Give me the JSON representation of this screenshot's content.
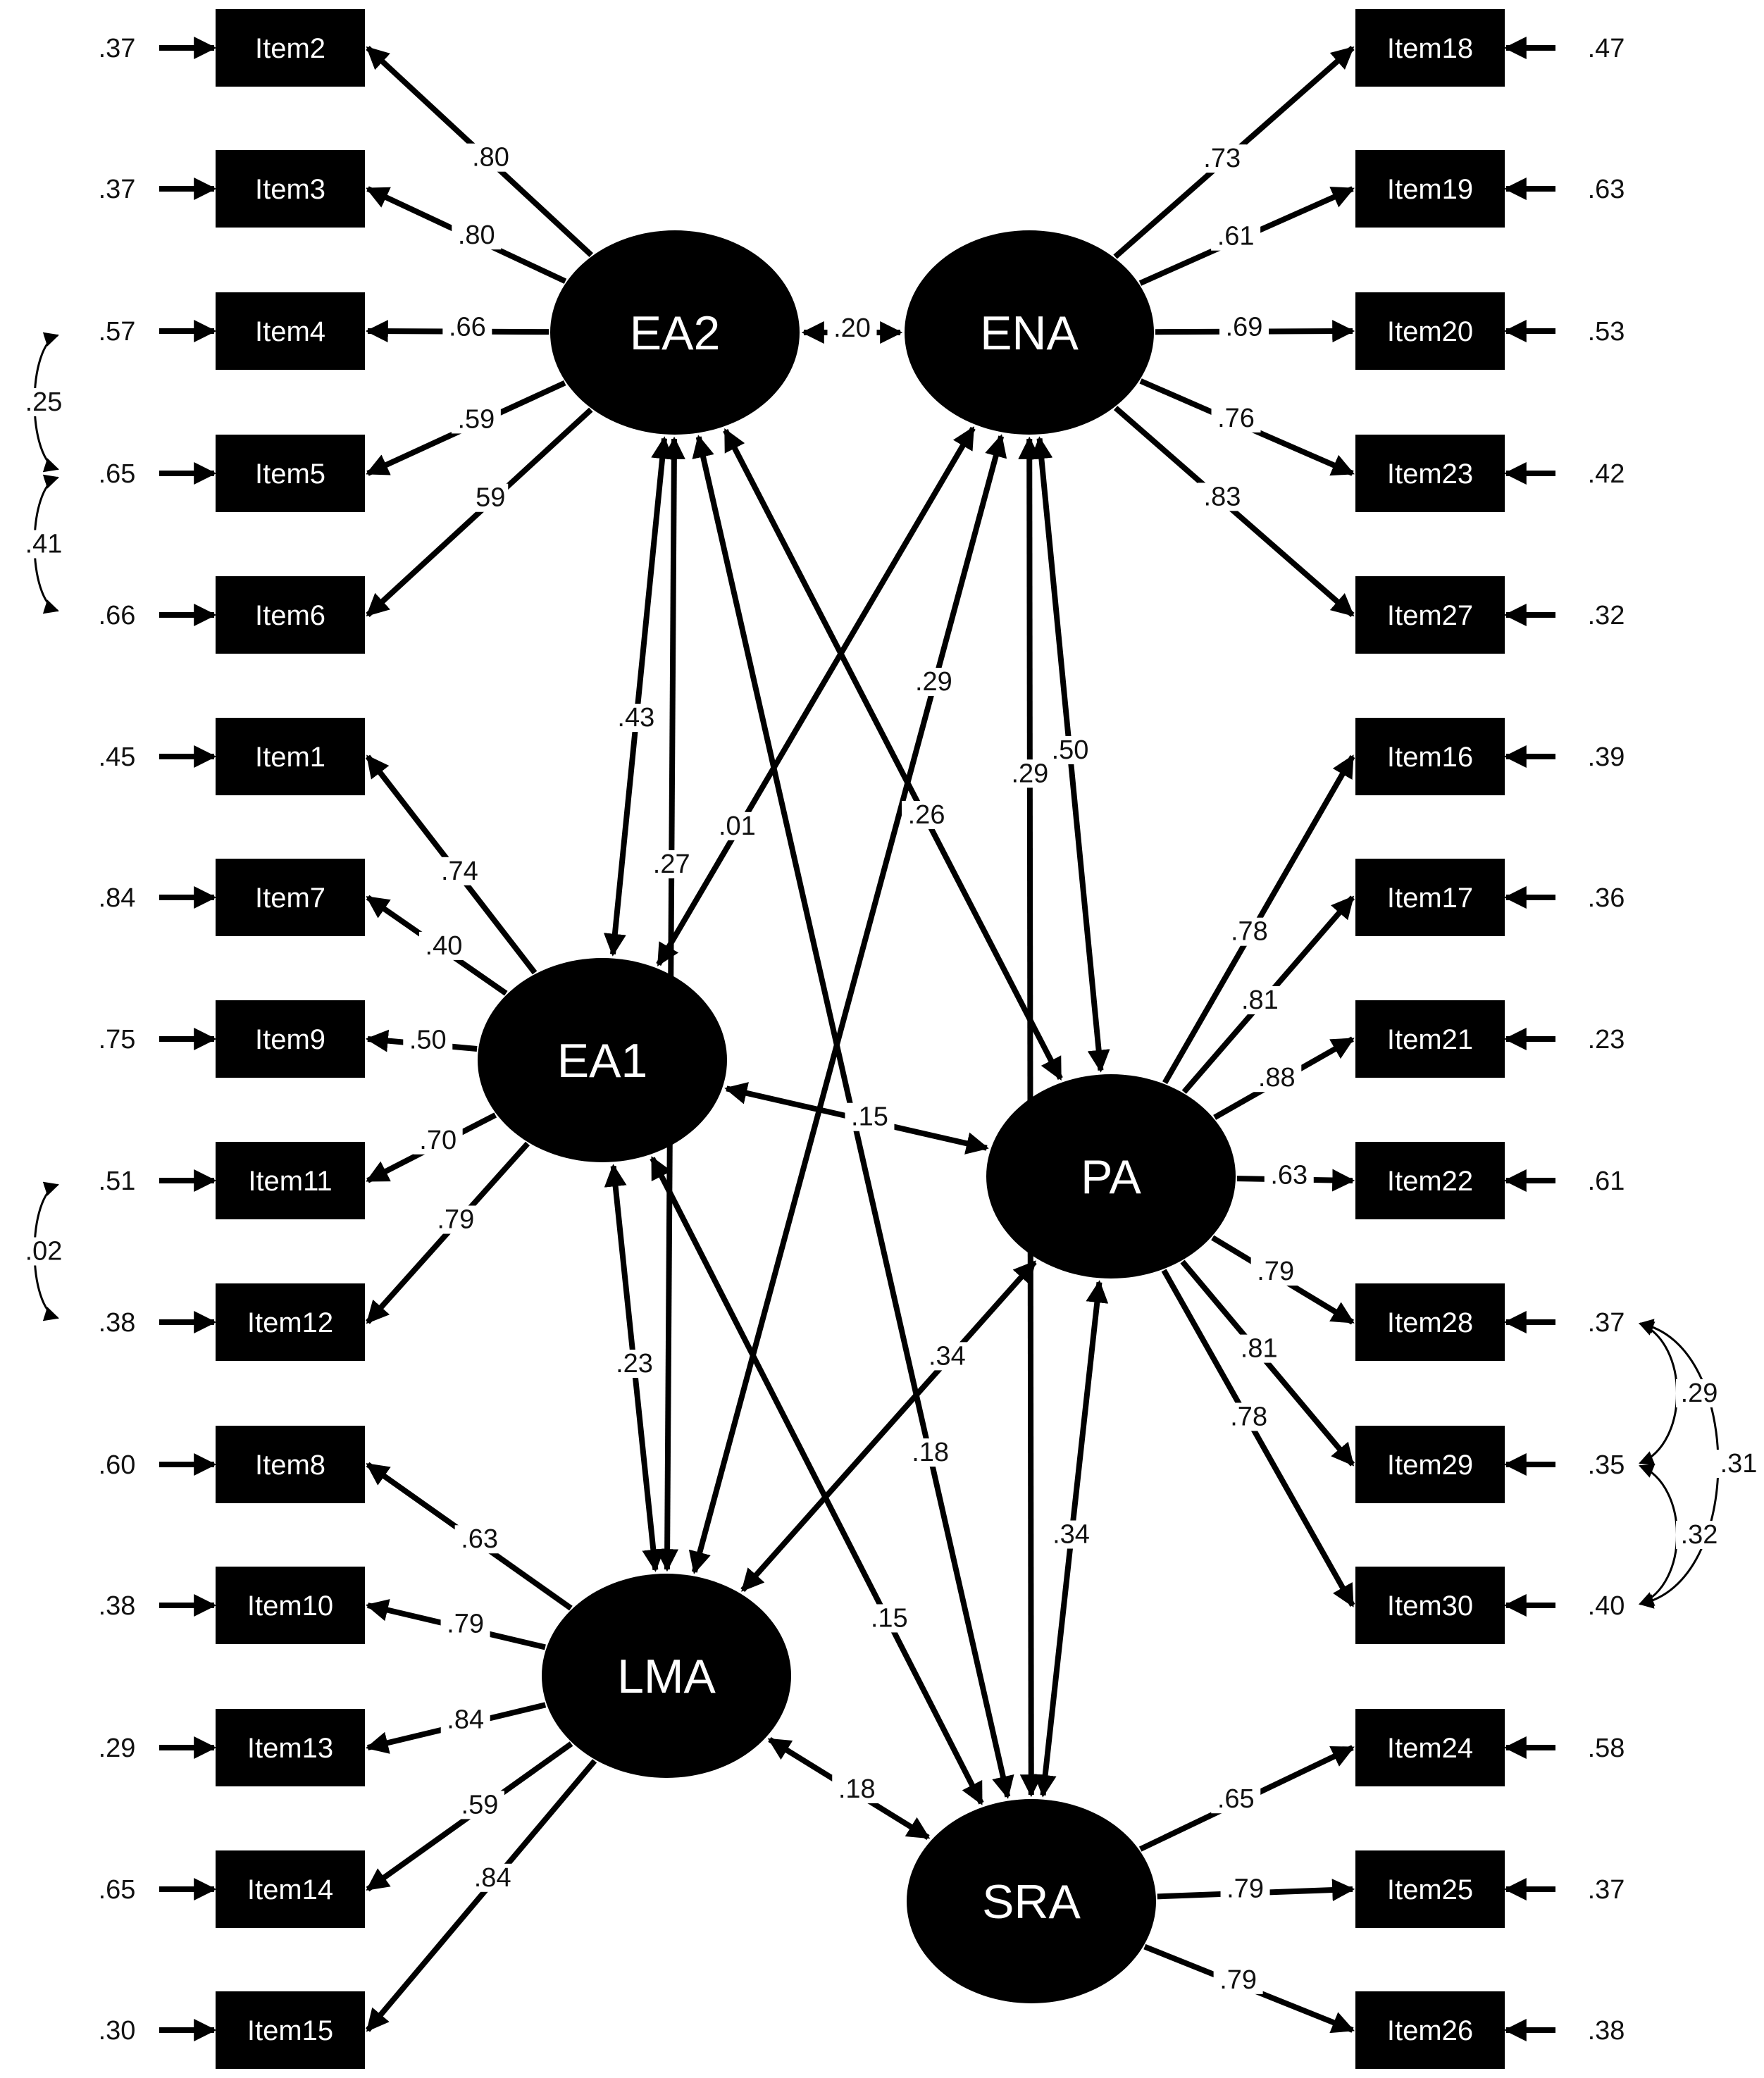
{
  "latents": [
    {
      "id": "EA2",
      "label": "EA2"
    },
    {
      "id": "ENA",
      "label": "ENA"
    },
    {
      "id": "EA1",
      "label": "EA1"
    },
    {
      "id": "PA",
      "label": "PA"
    },
    {
      "id": "LMA",
      "label": "LMA"
    },
    {
      "id": "SRA",
      "label": "SRA"
    }
  ],
  "items": [
    {
      "id": "Item2",
      "label": "Item2",
      "error": ".37"
    },
    {
      "id": "Item3",
      "label": "Item3",
      "error": ".37"
    },
    {
      "id": "Item4",
      "label": "Item4",
      "error": ".57"
    },
    {
      "id": "Item5",
      "label": "Item5",
      "error": ".65"
    },
    {
      "id": "Item6",
      "label": "Item6",
      "error": ".66"
    },
    {
      "id": "Item1",
      "label": "Item1",
      "error": ".45"
    },
    {
      "id": "Item7",
      "label": "Item7",
      "error": ".84"
    },
    {
      "id": "Item9",
      "label": "Item9",
      "error": ".75"
    },
    {
      "id": "Item11",
      "label": "Item11",
      "error": ".51"
    },
    {
      "id": "Item12",
      "label": "Item12",
      "error": ".38"
    },
    {
      "id": "Item8",
      "label": "Item8",
      "error": ".60"
    },
    {
      "id": "Item10",
      "label": "Item10",
      "error": ".38"
    },
    {
      "id": "Item13",
      "label": "Item13",
      "error": ".29"
    },
    {
      "id": "Item14",
      "label": "Item14",
      "error": ".65"
    },
    {
      "id": "Item15",
      "label": "Item15",
      "error": ".30"
    },
    {
      "id": "Item18",
      "label": "Item18",
      "error": ".47"
    },
    {
      "id": "Item19",
      "label": "Item19",
      "error": ".63"
    },
    {
      "id": "Item20",
      "label": "Item20",
      "error": ".53"
    },
    {
      "id": "Item23",
      "label": "Item23",
      "error": ".42"
    },
    {
      "id": "Item27",
      "label": "Item27",
      "error": ".32"
    },
    {
      "id": "Item16",
      "label": "Item16",
      "error": ".39"
    },
    {
      "id": "Item17",
      "label": "Item17",
      "error": ".36"
    },
    {
      "id": "Item21",
      "label": "Item21",
      "error": ".23"
    },
    {
      "id": "Item22",
      "label": "Item22",
      "error": ".61"
    },
    {
      "id": "Item28",
      "label": "Item28",
      "error": ".37"
    },
    {
      "id": "Item29",
      "label": "Item29",
      "error": ".35"
    },
    {
      "id": "Item30",
      "label": "Item30",
      "error": ".40"
    },
    {
      "id": "Item24",
      "label": "Item24",
      "error": ".58"
    },
    {
      "id": "Item25",
      "label": "Item25",
      "error": ".37"
    },
    {
      "id": "Item26",
      "label": "Item26",
      "error": ".38"
    }
  ],
  "loadings": [
    {
      "from": "EA2",
      "to": "Item2",
      "value": ".80"
    },
    {
      "from": "EA2",
      "to": "Item3",
      "value": ".80"
    },
    {
      "from": "EA2",
      "to": "Item4",
      "value": ".66"
    },
    {
      "from": "EA2",
      "to": "Item5",
      "value": ".59"
    },
    {
      "from": "EA2",
      "to": "Item6",
      "value": "59"
    },
    {
      "from": "EA1",
      "to": "Item1",
      "value": ".74"
    },
    {
      "from": "EA1",
      "to": "Item7",
      "value": ".40"
    },
    {
      "from": "EA1",
      "to": "Item9",
      "value": ".50"
    },
    {
      "from": "EA1",
      "to": "Item11",
      "value": ".70"
    },
    {
      "from": "EA1",
      "to": "Item12",
      "value": ".79"
    },
    {
      "from": "LMA",
      "to": "Item8",
      "value": ".63"
    },
    {
      "from": "LMA",
      "to": "Item10",
      "value": ".79"
    },
    {
      "from": "LMA",
      "to": "Item13",
      "value": ".84"
    },
    {
      "from": "LMA",
      "to": "Item14",
      "value": ".59"
    },
    {
      "from": "LMA",
      "to": "Item15",
      "value": ".84"
    },
    {
      "from": "ENA",
      "to": "Item18",
      "value": ".73"
    },
    {
      "from": "ENA",
      "to": "Item19",
      "value": ".61"
    },
    {
      "from": "ENA",
      "to": "Item20",
      "value": ".69"
    },
    {
      "from": "ENA",
      "to": "Item23",
      "value": ".76"
    },
    {
      "from": "ENA",
      "to": "Item27",
      "value": ".83"
    },
    {
      "from": "PA",
      "to": "Item16",
      "value": ".78"
    },
    {
      "from": "PA",
      "to": "Item17",
      "value": ".81"
    },
    {
      "from": "PA",
      "to": "Item21",
      "value": ".88"
    },
    {
      "from": "PA",
      "to": "Item22",
      "value": ".63"
    },
    {
      "from": "PA",
      "to": "Item28",
      "value": ".79"
    },
    {
      "from": "PA",
      "to": "Item29",
      "value": ".81"
    },
    {
      "from": "PA",
      "to": "Item30",
      "value": ".78"
    },
    {
      "from": "SRA",
      "to": "Item24",
      "value": ".65"
    },
    {
      "from": "SRA",
      "to": "Item25",
      "value": ".79"
    },
    {
      "from": "SRA",
      "to": "Item26",
      "value": ".79"
    }
  ],
  "correlations": [
    {
      "a": "EA2",
      "b": "ENA",
      "value": ".20"
    },
    {
      "a": "EA2",
      "b": "EA1",
      "value": ".43"
    },
    {
      "a": "EA2",
      "b": "LMA",
      "value": ".27"
    },
    {
      "a": "EA2",
      "b": "PA",
      "value": ".26"
    },
    {
      "a": "EA2",
      "b": "SRA",
      "value": ".18"
    },
    {
      "a": "ENA",
      "b": "EA1",
      "value": ".01"
    },
    {
      "a": "ENA",
      "b": "LMA",
      "value": ".29"
    },
    {
      "a": "ENA",
      "b": "SRA",
      "value": ".29"
    },
    {
      "a": "ENA",
      "b": "PA",
      "value": ".50"
    },
    {
      "a": "EA1",
      "b": "PA",
      "value": ".15"
    },
    {
      "a": "EA1",
      "b": "LMA",
      "value": ".23"
    },
    {
      "a": "EA1",
      "b": "SRA",
      "value": ".15"
    },
    {
      "a": "PA",
      "b": "LMA",
      "value": ".34"
    },
    {
      "a": "PA",
      "b": "SRA",
      "value": ".34"
    },
    {
      "a": "LMA",
      "b": "SRA",
      "value": ".18"
    }
  ],
  "error_covariances": [
    {
      "a": "Item4",
      "b": "Item5",
      "value": ".25"
    },
    {
      "a": "Item5",
      "b": "Item6",
      "value": ".41"
    },
    {
      "a": "Item11",
      "b": "Item12",
      "value": ".02"
    },
    {
      "a": "Item28",
      "b": "Item29",
      "value": ".29"
    },
    {
      "a": "Item29",
      "b": "Item30",
      "value": ".32"
    },
    {
      "a": "Item28",
      "b": "Item30",
      "value": ".31"
    }
  ]
}
